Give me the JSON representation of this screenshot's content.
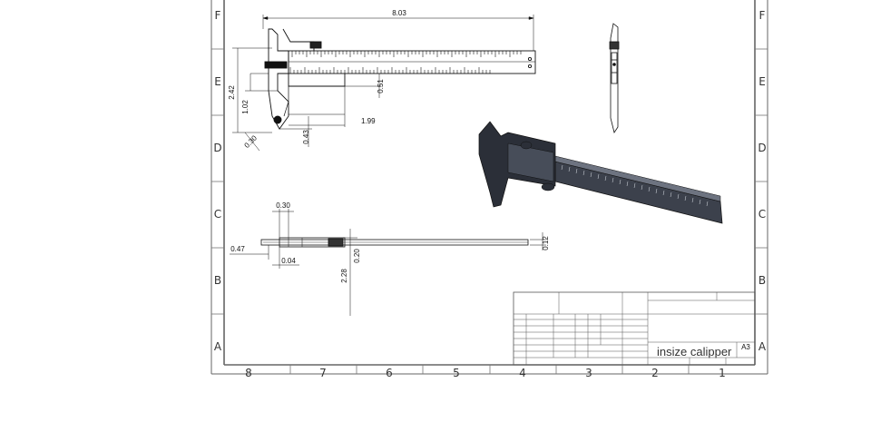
{
  "zones": {
    "rows": [
      "F",
      "E",
      "D",
      "C",
      "B",
      "A"
    ],
    "columns": [
      "8",
      "7",
      "6",
      "5",
      "4",
      "3",
      "2",
      "1"
    ]
  },
  "dimensions": {
    "overall_length": "8.03",
    "height_total": "2.42",
    "height_jaw": "1.02",
    "beam_offset": "0.51",
    "jaw_length": "1.99",
    "jaw_tip": "0.43",
    "tip_angle": "0.30",
    "side_top": "0.30",
    "side_left": "0.47",
    "side_bottom": "0.04",
    "side_depth": "0.20",
    "side_right": "0.12",
    "side_height": "2.28"
  },
  "title_block": {
    "title": "insize calipper",
    "sheet_size": "A3"
  },
  "colors": {
    "frame": "#666666",
    "part_dark": "#2b2f38",
    "part_light": "#5a606c",
    "line": "#111111"
  }
}
